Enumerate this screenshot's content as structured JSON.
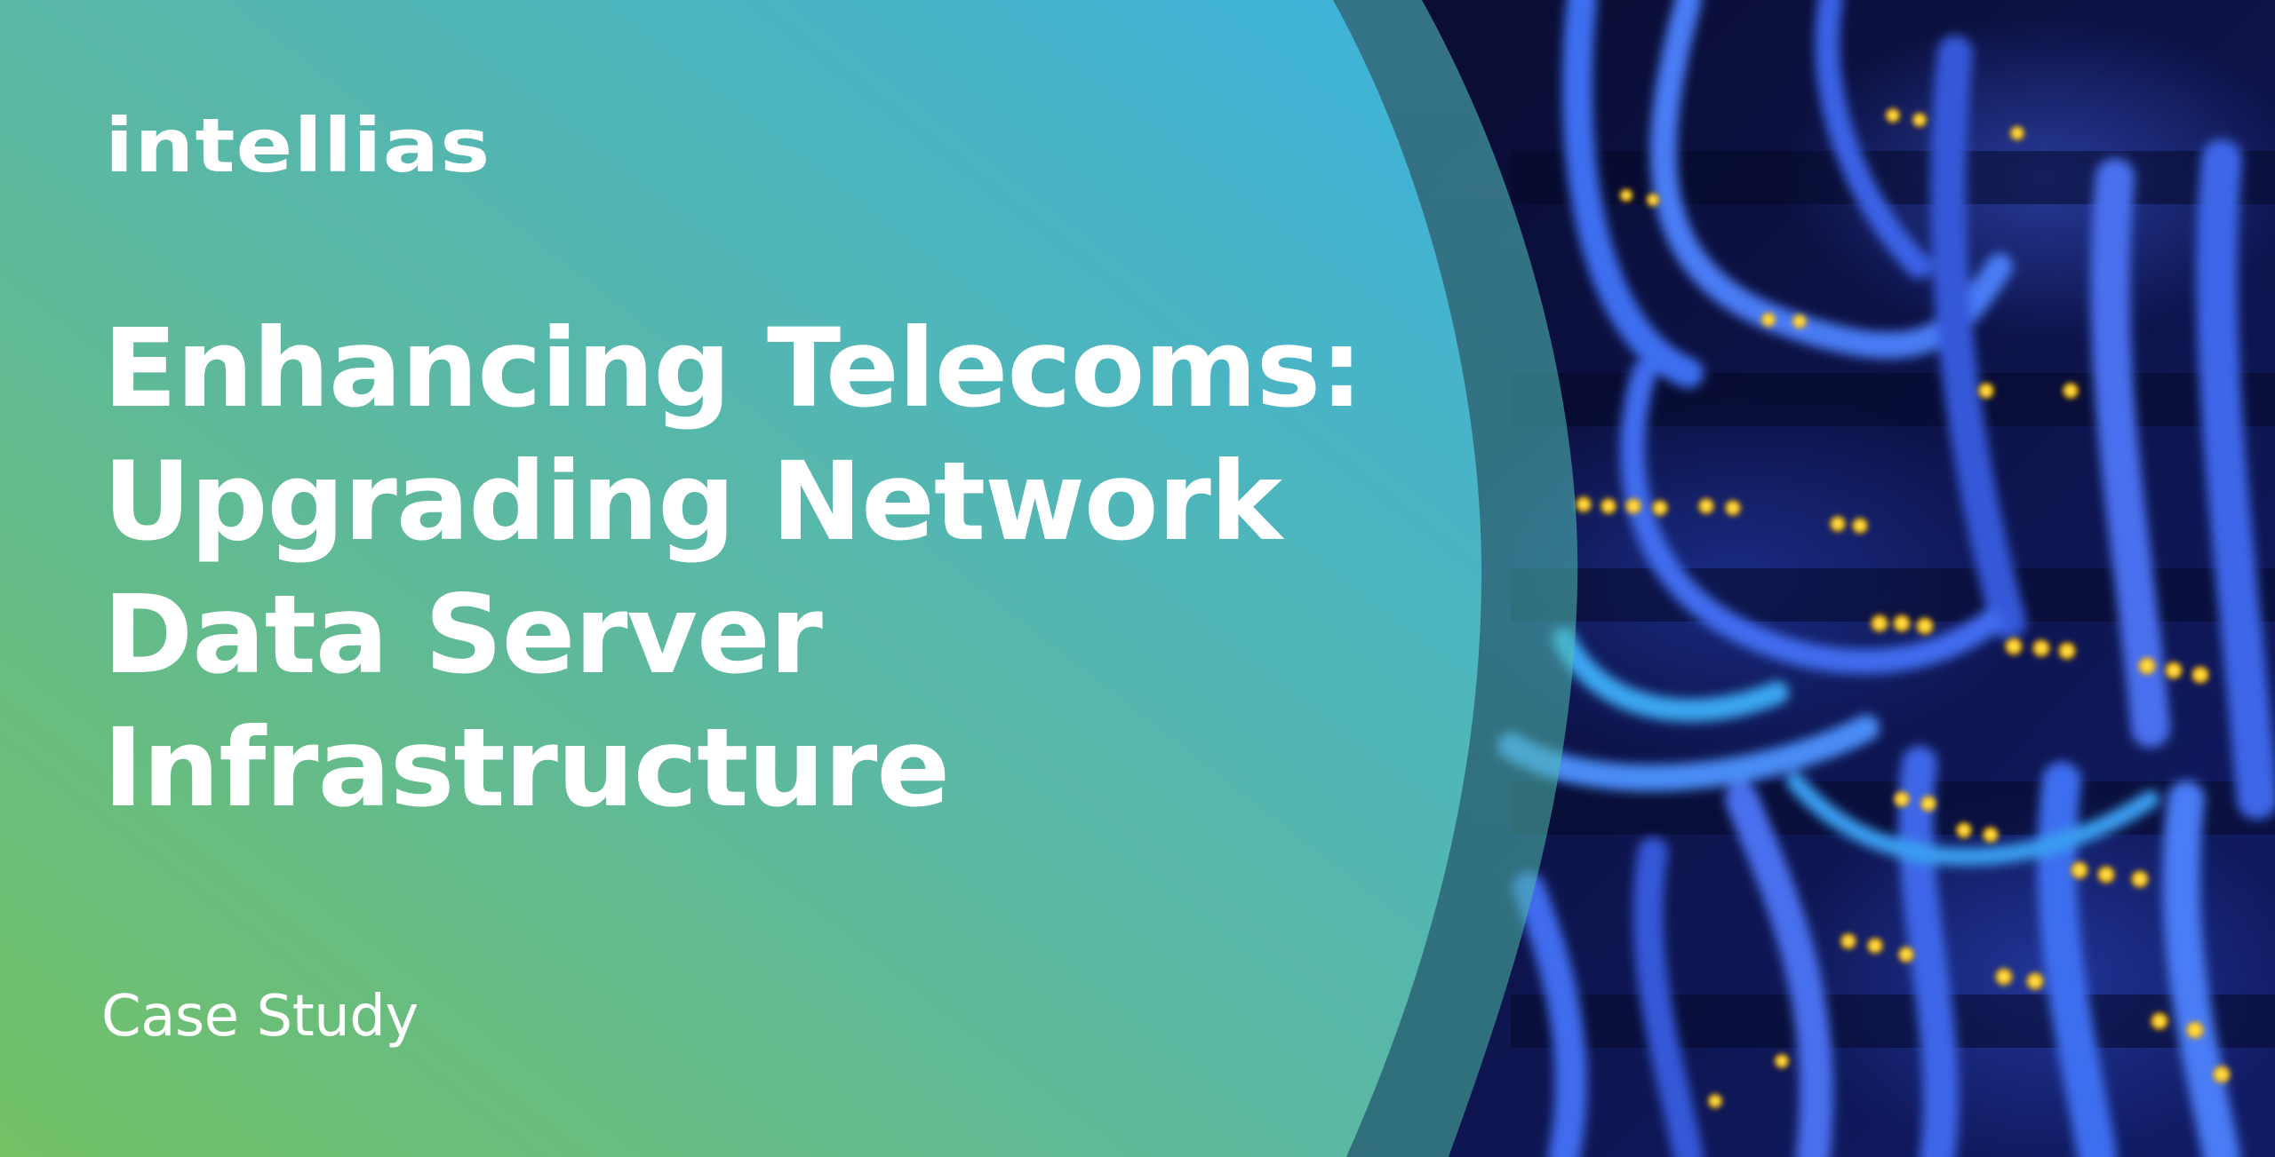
{
  "brand": {
    "logo_text": "intellias"
  },
  "hero": {
    "title_lines": [
      "Enhancing Telecoms:",
      "Upgrading Network",
      "Data Server",
      "Infrastructure"
    ],
    "subtitle": "Case Study"
  },
  "image": {
    "subject": "server-rack-with-network-cables",
    "description": "Blue network cables plugged into server rack with yellow status LEDs"
  },
  "colors": {
    "gradient_bottom_left": "#72c164",
    "gradient_mid": "#5cb8a8",
    "gradient_top_right": "#3db3dd",
    "band_overlay": "#4fc3b0",
    "photo_dark": "#0a0f3a",
    "cable_blue": "#3a64e0",
    "led_yellow": "#ffd21a",
    "text": "#ffffff"
  }
}
